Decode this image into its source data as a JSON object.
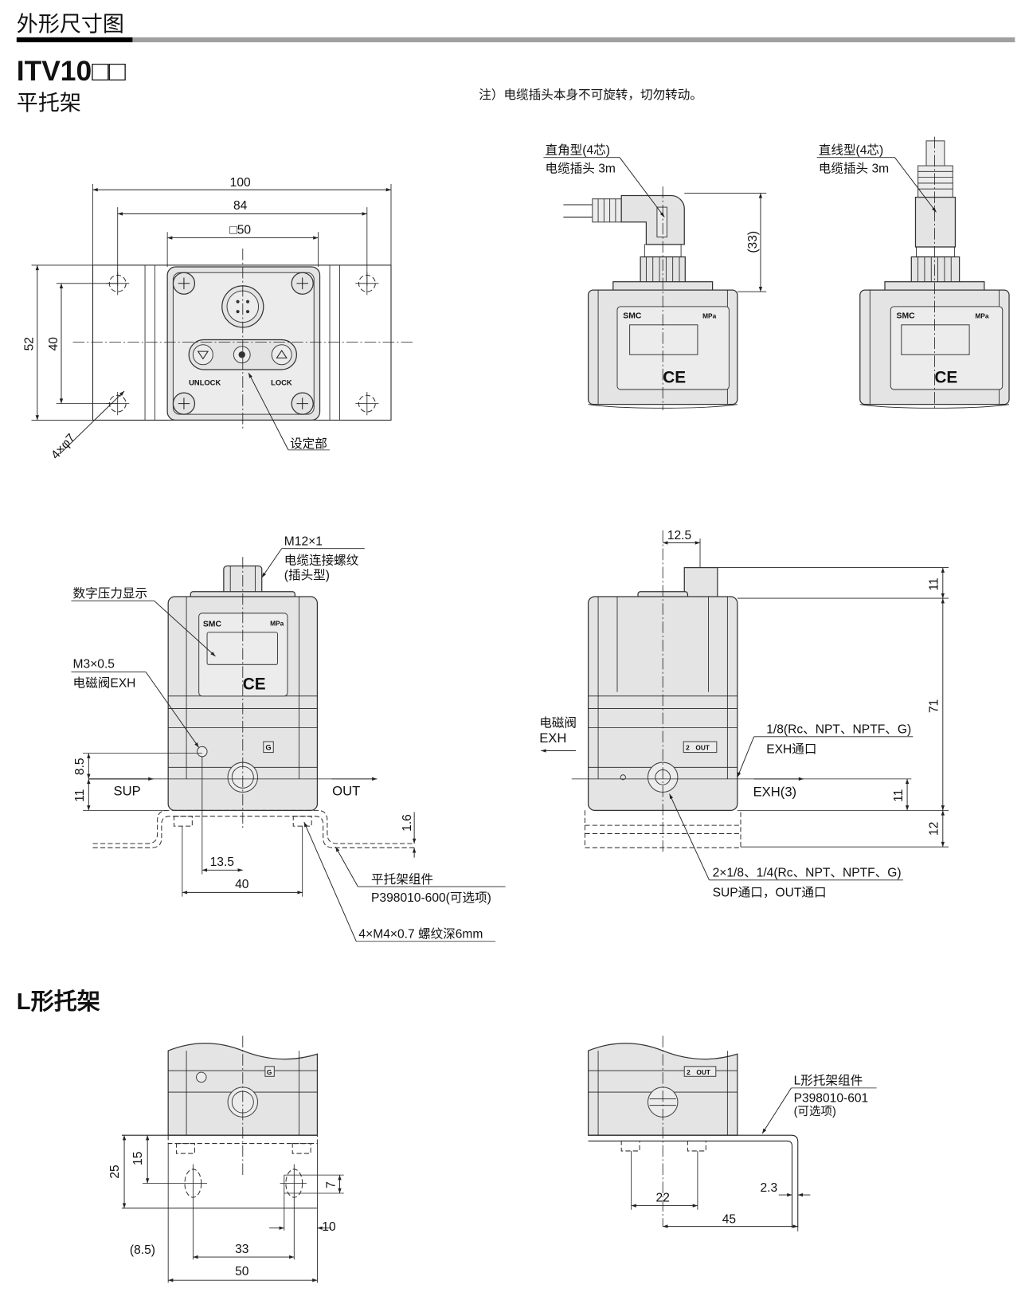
{
  "header": {
    "title": "外形尺寸图",
    "model": "ITV10□□",
    "section_flat": "平托架",
    "note": "注）电缆插头本身不可旋转，切勿转动。",
    "section_l": "L形托架"
  },
  "colors": {
    "rule_dark": "#000000",
    "rule_gray": "#a0a0a0",
    "body_fill": "#e4e4e4"
  },
  "top_view": {
    "dim_100": "100",
    "dim_84": "84",
    "dim_50": "□50",
    "dim_52": "52",
    "dim_40": "40",
    "holes": "4×φ7",
    "unlock": "UNLOCK",
    "lock": "LOCK",
    "setting": "设定部"
  },
  "connector_views": {
    "right_angle_type": "直角型(4芯)",
    "right_angle_cable": "电缆插头 3m",
    "straight_type": "直线型(4芯)",
    "straight_cable": "电缆插头 3m",
    "dim_33": "(33)"
  },
  "device_marks": {
    "brand": "SMC",
    "unit": "MPa",
    "ce": "CE",
    "g_port": "G",
    "port_num": "2",
    "port_out": "OUT"
  },
  "front_view": {
    "thread": "M12×1",
    "thread_desc": "电缆连接螺纹",
    "thread_type": "(插头型)",
    "display": "数字压力显示",
    "m3": "M3×0.5",
    "valve_exh": "电磁阀EXH",
    "dim_85": "8.5",
    "dim_11": "11",
    "sup": "SUP",
    "out": "OUT",
    "dim_16": "1.6",
    "dim_135": "13.5",
    "dim_40": "40",
    "bracket": "平托架组件",
    "bracket_part": "P398010-600(可选项)",
    "screw": "4×M4×0.7 螺纹深6mm"
  },
  "side_view": {
    "dim_125": "12.5",
    "dim_11_top": "11",
    "dim_71": "71",
    "dim_11_low": "11",
    "dim_12": "12",
    "valve": "电磁阀",
    "exh": "EXH",
    "exh_port_spec": "1/8(Rc、NPT、NPTF、G)",
    "exh_port": "EXH通口",
    "exh3": "EXH(3)",
    "sup_out_spec": "2×1/8、1/4(Rc、NPT、NPTF、G)",
    "sup_out": "SUP通口，OUT通口"
  },
  "l_front": {
    "dim_25": "25",
    "dim_15": "15",
    "dim_7": "7",
    "dim_10": "10",
    "dim_85": "(8.5)",
    "dim_33": "33",
    "dim_50": "50"
  },
  "l_side": {
    "bracket": "L形托架组件",
    "bracket_part": "P398010-601",
    "optional": "(可选项)",
    "dim_22": "22",
    "dim_23": "2.3",
    "dim_45": "45"
  }
}
